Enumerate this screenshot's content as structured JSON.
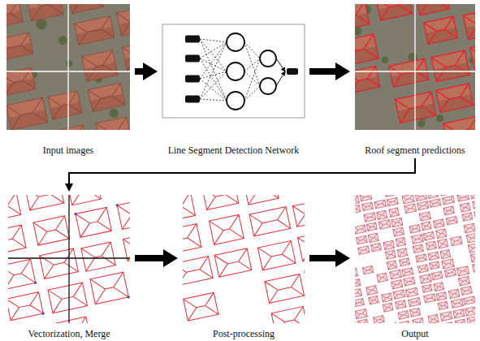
{
  "diagram": {
    "nodes": [
      {
        "text": [
          "Input images"
        ]
      },
      {
        "text": [
          "Line Segment Detection Network"
        ]
      },
      {
        "text": [
          "Roof segment predictions"
        ]
      },
      {
        "text": [
          "Vectorization, Merge"
        ]
      },
      {
        "text": [
          "Post-processing"
        ]
      },
      {
        "text": [
          "Output"
        ]
      }
    ],
    "edges": [
      {
        "from": 0,
        "to": 1,
        "arrow": "to"
      },
      {
        "from": 1,
        "to": 2,
        "arrow": "to"
      },
      {
        "from": 2,
        "to": 3,
        "arrow": "to"
      },
      {
        "from": 3,
        "to": 4,
        "arrow": "to"
      },
      {
        "from": 4,
        "to": 5,
        "arrow": "to"
      }
    ]
  }
}
